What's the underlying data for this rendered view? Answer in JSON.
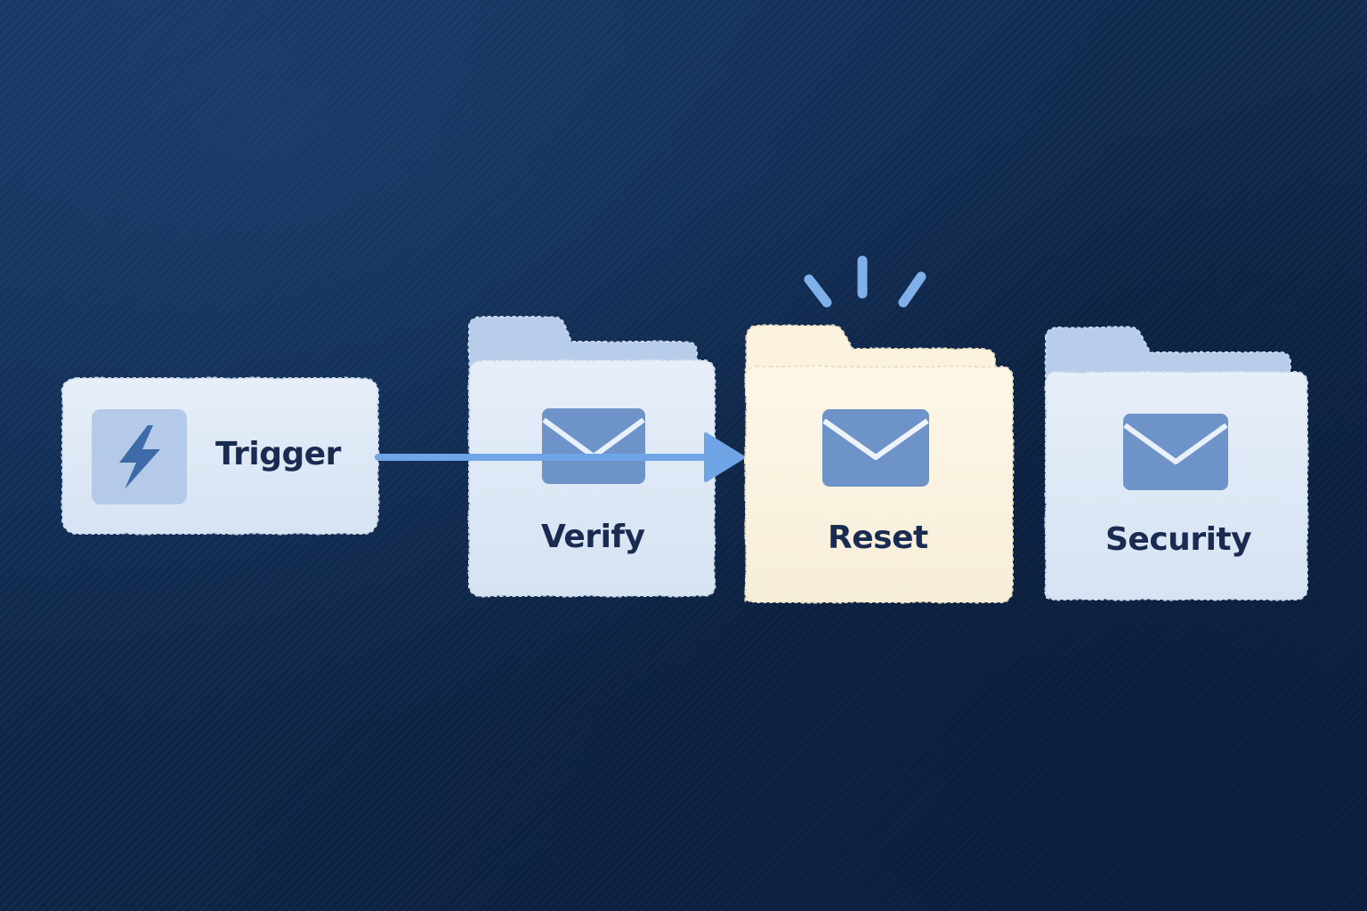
{
  "diagram": {
    "trigger": {
      "label": "Trigger",
      "icon": "lightning-icon"
    },
    "folders": [
      {
        "label": "Verify",
        "icon": "envelope-icon",
        "highlighted": false
      },
      {
        "label": "Reset",
        "icon": "envelope-icon",
        "highlighted": true
      },
      {
        "label": "Security",
        "icon": "envelope-icon",
        "highlighted": false
      }
    ],
    "arrow": {
      "from": "Trigger",
      "to": "Reset"
    }
  },
  "colors": {
    "background": "#0f2a52",
    "card": "#dfe9f6",
    "card_back": "#b9cfea",
    "highlight_card": "#fbf4e2",
    "icon_fill": "#6e93c8",
    "arrow": "#6fa4e6",
    "text": "#1a2b52",
    "burst": "#7fb0ea"
  }
}
